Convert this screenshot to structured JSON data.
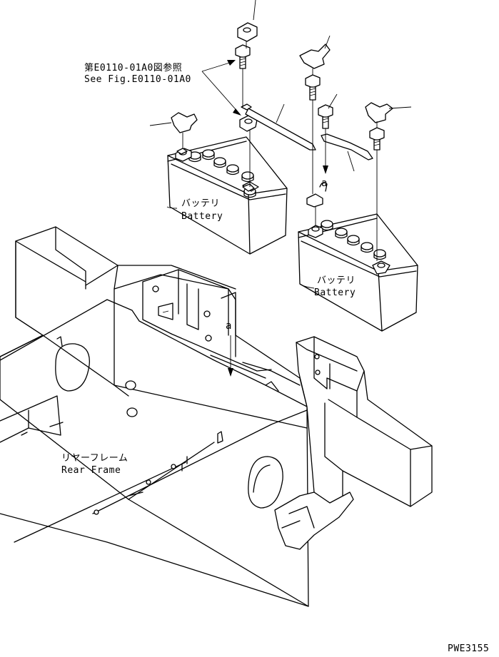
{
  "labels": {
    "ref_jp": "第E0110-01A0図参照",
    "ref_en": "See Fig.E0110-01A0",
    "battery_left_jp": "バッテリ",
    "battery_left_en": "Battery",
    "battery_right_jp": "バッテリ",
    "battery_right_en": "Battery",
    "rear_frame_jp": "リヤーフレーム",
    "rear_frame_en": "Rear Frame",
    "detail_marker": "a",
    "detail_marker_cable": "a",
    "drawing_code": "PWE3155"
  }
}
